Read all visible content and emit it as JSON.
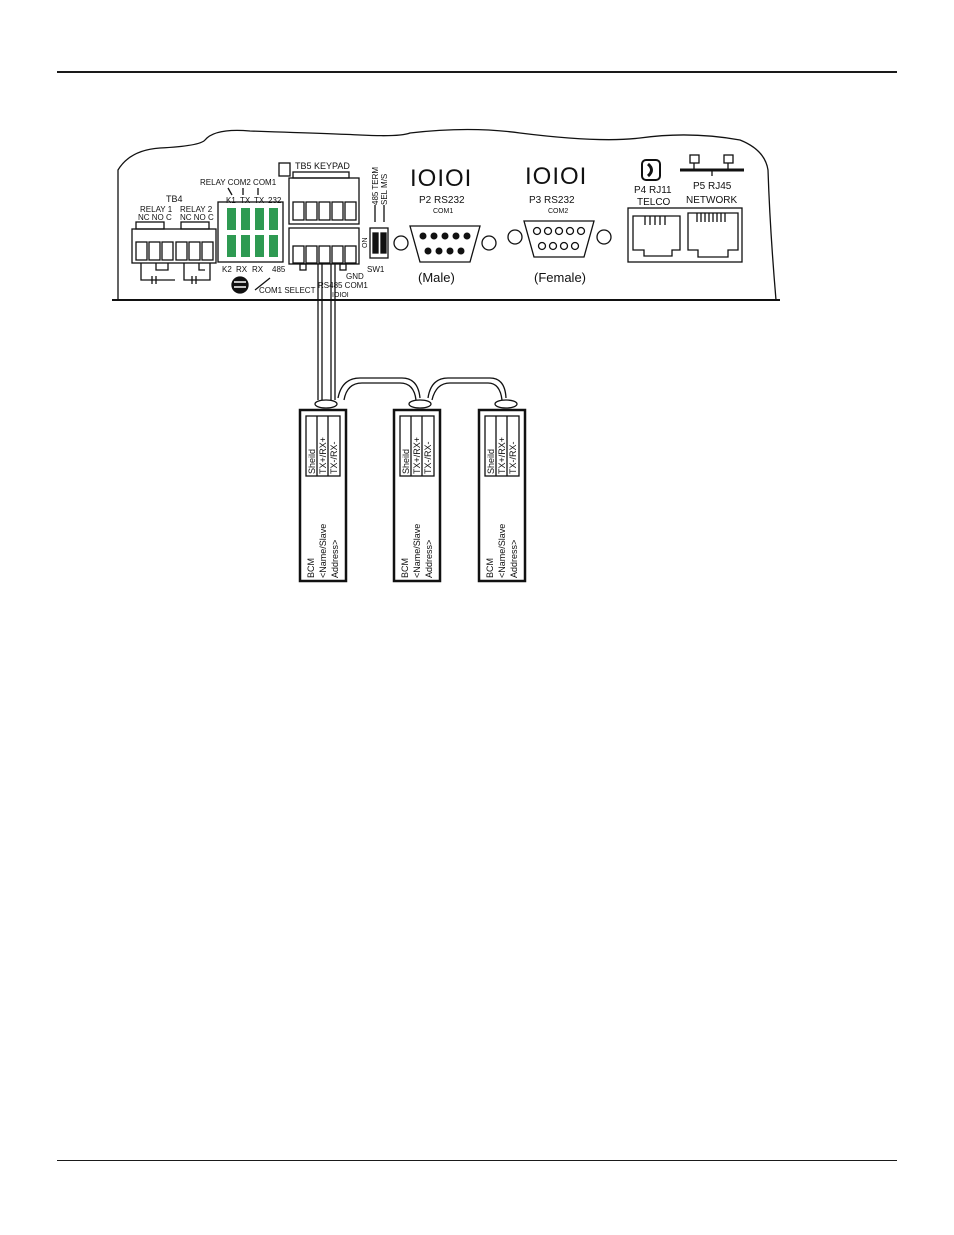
{
  "controller": {
    "tb4": "TB4",
    "relay1": "RELAY 1",
    "relay2": "RELAY 2",
    "relay1_contacts": "NC NO C",
    "relay2_contacts": "NC NO C",
    "top_header": "RELAY COM2 COM1",
    "top_pins": [
      "K1",
      "TX",
      "TX",
      "232"
    ],
    "bottom_pins": [
      "K2",
      "RX",
      "RX",
      "485"
    ],
    "com1_select": "COM1 SELECT",
    "tb5_keypad": "TB5 KEYPAD",
    "rs485_com1": "RS485 COM1",
    "gnd": "GND",
    "rs485_sub": "IOIOI",
    "term_label": "485 TERM",
    "sel_label": "SEL M/S",
    "on_label": "ON",
    "sw1": "SW1",
    "p2_icon": "IOIOI",
    "p2_label": "P2 RS232",
    "p2_sub": "COM1",
    "p2_gender": "(Male)",
    "p3_icon": "IOIOI",
    "p3_label": "P3 RS232",
    "p3_sub": "COM2",
    "p3_gender": "(Female)",
    "p4_label": "P4 RJ11",
    "p4_sub": "TELCO",
    "p5_label": "P5 RJ45",
    "p5_sub": "NETWORK"
  },
  "bcm_modules": [
    {
      "pins": [
        "Sheild",
        "TX+/RX+",
        "TX-/RX-"
      ],
      "line1": "BCM",
      "line2": "<Name/Slave",
      "line3": "Address>"
    },
    {
      "pins": [
        "Sheild",
        "TX+/RX+",
        "TX-/RX-"
      ],
      "line1": "BCM",
      "line2": "<Name/Slave",
      "line3": "Address>"
    },
    {
      "pins": [
        "Sheild",
        "TX+/RX+",
        "TX-/RX-"
      ],
      "line1": "BCM",
      "line2": "<Name/Slave",
      "line3": "Address>"
    }
  ],
  "colors": {
    "line": "#111111",
    "terminal_green": "#2e9a52",
    "panel_bg": "#ffffff"
  }
}
